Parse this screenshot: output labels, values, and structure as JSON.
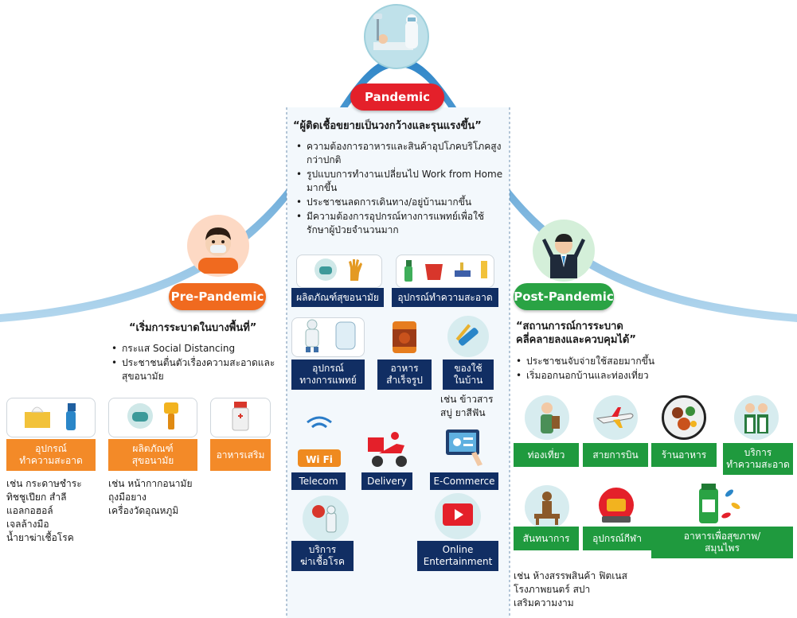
{
  "pandemic": {
    "title": "Pandemic",
    "quote": "“ผู้ติดเชื้อขยายเป็นวงกว้างและรุนแรงขึ้น”",
    "bullets": [
      "ความต้องการอาหารและสินค้าอุปโภคบริโภคสูงกว่าปกติ",
      "รูปแบบการทำงานเปลี่ยนไป Work from Home มากขึ้น",
      "ประชาชนลดการเดินทาง/อยู่บ้านมากขึ้น",
      "มีความต้องการอุปกรณ์ทางการแพทย์เพื่อใช้รักษาผู้ป่วยจำนวนมาก"
    ],
    "card_labels": [
      "ผลิตภัณฑ์สุขอนามัย",
      "อุปกรณ์ทำความสะอาด"
    ],
    "item_labels": [
      "อุปกรณ์\nทางการแพทย์",
      "อาหาร\nสำเร็จรูป",
      "ของใช้\nในบ้าน"
    ],
    "household_examples": "เช่น ข้าวสาร\nสบู่ ยาสีฟัน",
    "service_labels": [
      "Telecom",
      "Delivery",
      "E-Commerce",
      "บริการ\nฆ่าเชื้อโรค",
      "Online\nEntertainment"
    ],
    "wifi_text": "Wi Fi"
  },
  "pre": {
    "title": "Pre-Pandemic",
    "quote": "“เริ่มการระบาดในบางพื้นที่”",
    "bullets": [
      "กระแส Social Distancing",
      "ประชาชนตื่นตัวเรื่องความสะอาดและสุขอนามัย"
    ],
    "labels": [
      "อุปกรณ์\nทำความสะอาด",
      "ผลิตภัณฑ์\nสุขอนามัย",
      "อาหารเสริม"
    ],
    "examples": [
      "เช่น กระดาษชำระ\nทิชชูเปียก สำลี\nแอลกอฮอล์\nเจลล้างมือ\nน้ำยาฆ่าเชื้อโรค",
      "เช่น หน้ากากอนามัย\nถุงมือยาง\nเครื่องวัดอุณหภูมิ"
    ]
  },
  "post": {
    "title": "Post-Pandemic",
    "quote": "“สถานการณ์การระบาด\nคลี่คลายลงและควบคุมได้”",
    "bullets": [
      "ประชาชนจับจ่ายใช้สอยมากขึ้น",
      "เริ่มออกนอกบ้านและท่องเที่ยว"
    ],
    "labels": [
      "ท่องเที่ยว",
      "สายการบิน",
      "ร้านอาหาร",
      "บริการ\nทำความสะอาด",
      "สันทนาการ",
      "อุปกรณ์กีฬา",
      "อาหารเพื่อสุขภาพ/\nสมุนไพร"
    ],
    "examples": "เช่น ห้างสรรพสินค้า ฟิตเนส\nโรงภาพยนตร์ สปา\nเสริมความงาม"
  },
  "colors": {
    "red": "#e4202a",
    "orange": "#f06a1f",
    "green": "#2aa344",
    "navy": "#112e63",
    "light_orange": "#f38a28",
    "curve_blue": "#1a6fb0"
  }
}
